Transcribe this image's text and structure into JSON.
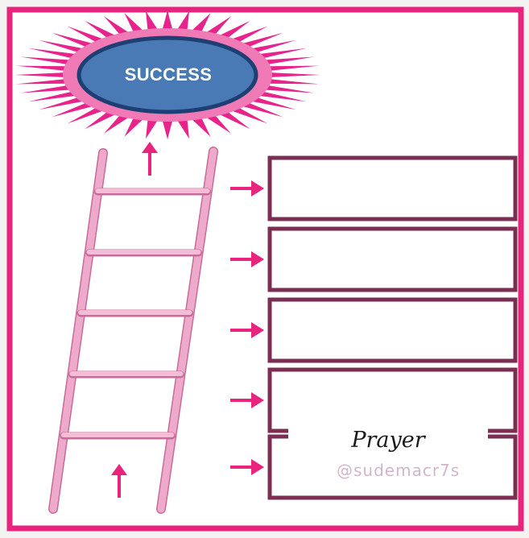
{
  "diagram": {
    "goal_label": "SUCCESS",
    "step_boxes": [
      {
        "text": ""
      },
      {
        "text": ""
      },
      {
        "text": ""
      },
      {
        "text": ""
      },
      {
        "text": ""
      }
    ],
    "step_count": 5,
    "overlay_label": "Prayer",
    "watermark_text": "@sudemacr7s",
    "colors": {
      "frame": "#e8247d",
      "starburst": "#e8248c",
      "ellipse_fill": "#4a7ab5",
      "ellipse_stroke": "#1e3f73",
      "ladder": "#e99ac0",
      "arrow": "#e8247d",
      "box_border": "#7a2f52",
      "background": "#ffffff"
    }
  }
}
